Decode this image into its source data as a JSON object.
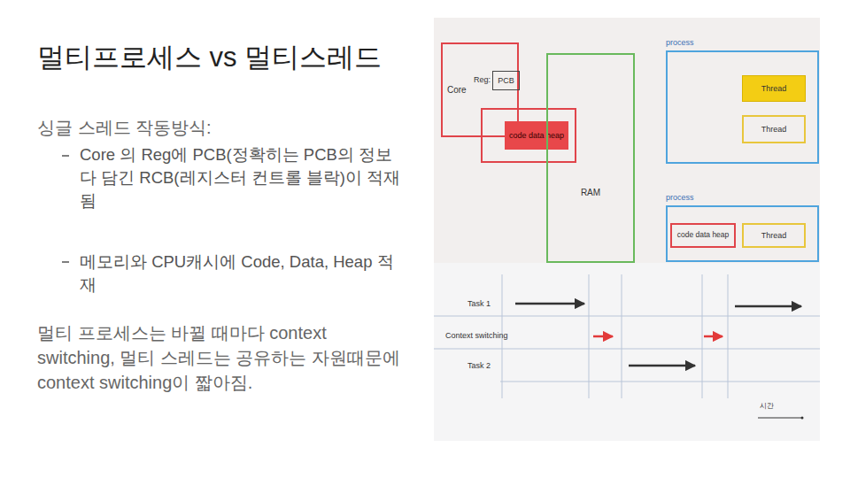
{
  "diagram": {
    "title": "멀티프로세스 vs 멀티스레드",
    "nodes": [
      {
        "text": [
          "Core"
        ]
      },
      {
        "text": [
          "Reg:",
          "PCB"
        ],
        "in": 0
      },
      {
        "text": [
          "code data heap"
        ]
      },
      {
        "text": [
          "RAM"
        ]
      },
      {
        "text": [
          "process"
        ]
      },
      {
        "text": [
          "Thread"
        ],
        "in": 4
      },
      {
        "text": [
          "Thread"
        ],
        "in": 4
      },
      {
        "text": [
          "process"
        ]
      },
      {
        "text": [
          "code data heap"
        ],
        "in": 7
      },
      {
        "text": [
          "Thread"
        ],
        "in": 7
      }
    ],
    "labels": [
      "싱글 스레드 작동방식:",
      "Core 의 Reg에 PCB(정확히는 PCB의 정보다 담긴 RCB(레지스터 컨트롤 블락)이 적재됨",
      "메모리와 CPU캐시에 Code, Data, Heap 적재",
      "멀티 프로세스는 바뀔 때마다 context switching, 멀티 스레드는 공유하는 자원때문에 context switching이 짧아짐.",
      "Task 1",
      "Context switching",
      "Task 2",
      "시간"
    ]
  }
}
